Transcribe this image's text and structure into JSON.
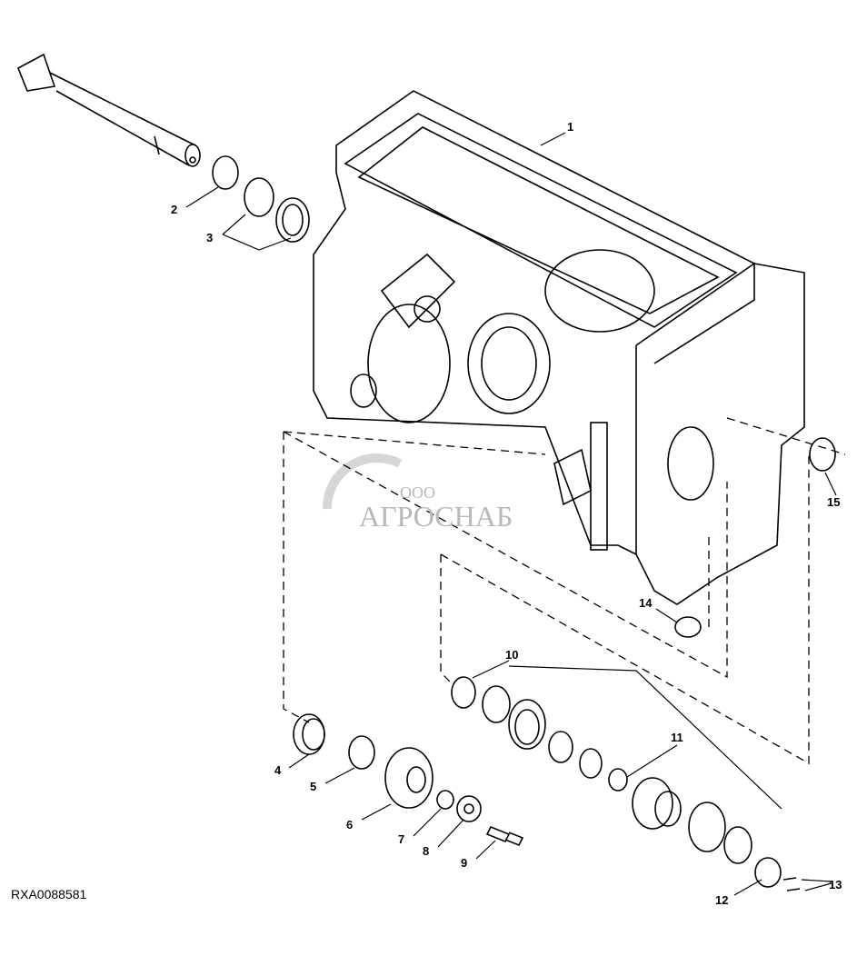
{
  "figure_code": "RXA0088581",
  "watermark": {
    "prefix": "ООО",
    "name": "АГРОСНАБ"
  },
  "callouts": [
    "1",
    "2",
    "3",
    "4",
    "5",
    "6",
    "7",
    "8",
    "9",
    "10",
    "11",
    "12",
    "13",
    "14",
    "15"
  ]
}
